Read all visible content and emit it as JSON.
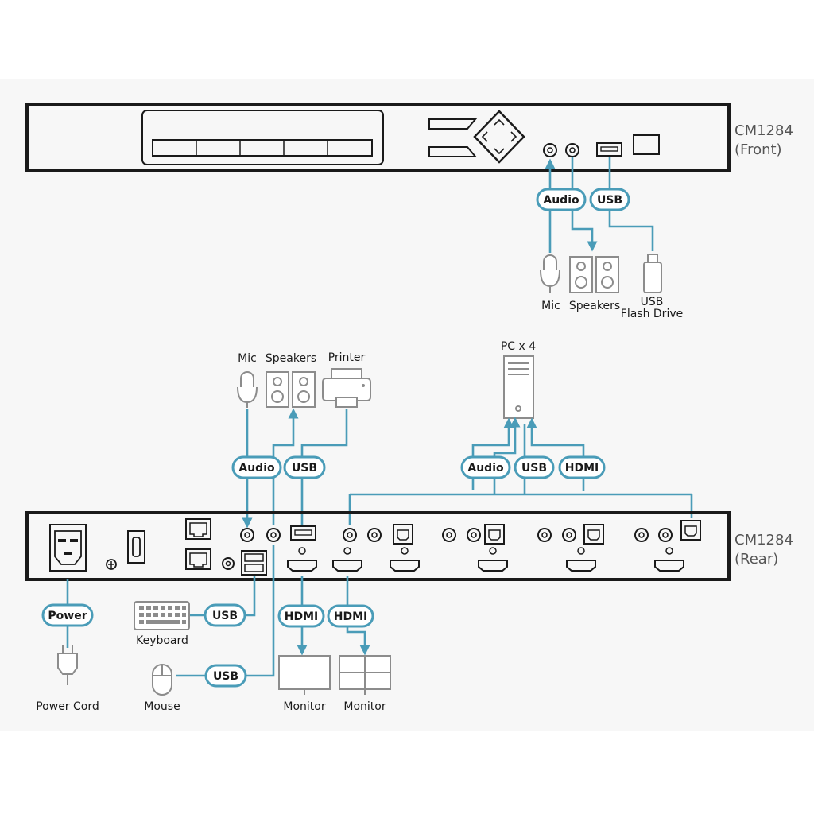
{
  "front": {
    "model": "CM1284",
    "view": "(Front)"
  },
  "rear": {
    "model": "CM1284",
    "view": "(Rear)"
  },
  "front_connections": {
    "audio_label": "Audio",
    "usb_label": "USB",
    "mic_label": "Mic",
    "speakers_label": "Speakers",
    "flash_label_line1": "USB",
    "flash_label_line2": "Flash Drive"
  },
  "rear_top": {
    "mic_label": "Mic",
    "speakers_label": "Speakers",
    "printer_label": "Printer",
    "audio_label": "Audio",
    "usb_label": "USB",
    "pc_label": "PC x 4",
    "pc_audio_label": "Audio",
    "pc_usb_label": "USB",
    "pc_hdmi_label": "HDMI"
  },
  "rear_bottom": {
    "power_label": "Power",
    "power_cord_label": "Power Cord",
    "keyboard_usb_label": "USB",
    "keyboard_label": "Keyboard",
    "mouse_usb_label": "USB",
    "mouse_label": "Mouse",
    "hdmi1_label": "HDMI",
    "hdmi2_label": "HDMI",
    "monitor1_label": "Monitor",
    "monitor2_label": "Monitor"
  },
  "colors": {
    "connection": "#4a9cb8",
    "device": "#8c8c8c",
    "panel": "#1a1a1a",
    "background": "#f7f7f7"
  }
}
